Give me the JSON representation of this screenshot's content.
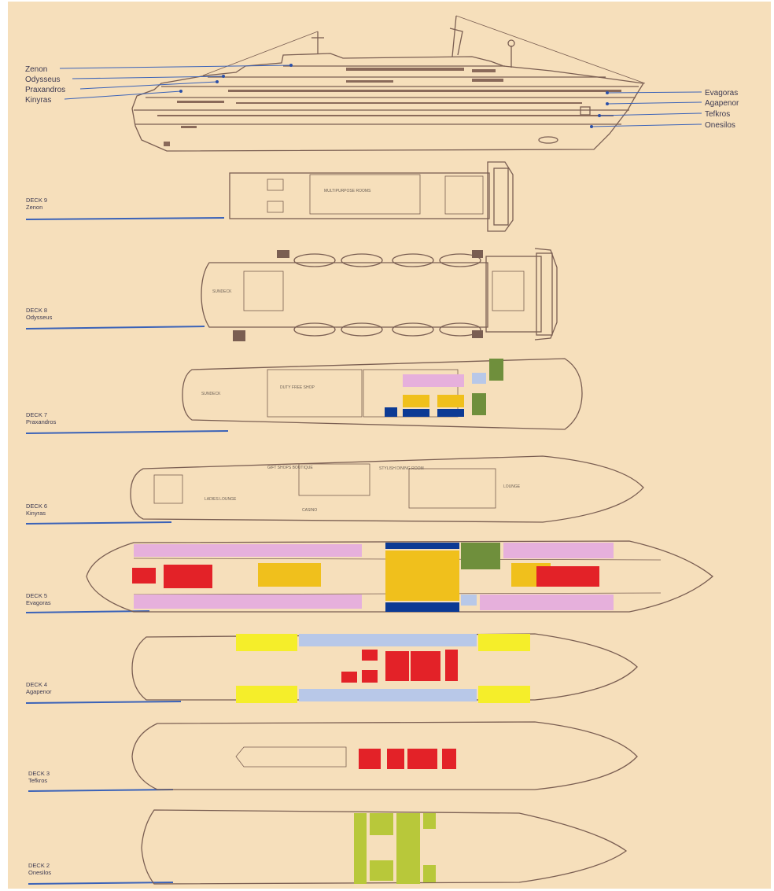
{
  "colors": {
    "paper": "#f6dfbb",
    "hull_line": "#7a5e52",
    "blue_line": "#3a62b8",
    "pink": "#e6b0dc",
    "yellow": "#f0c01c",
    "red": "#e32228",
    "navy": "#0c3a94",
    "green": "#6f8f3c",
    "lightblue": "#b8c8e8",
    "bright_yellow": "#f5ee2a",
    "lime": "#b8c83a"
  },
  "profile": {
    "left_labels": [
      "Zenon",
      "Odysseus",
      "Praxandros",
      "Kinyras"
    ],
    "right_labels": [
      "Evagoras",
      "Agapenor",
      "Tefkros",
      "Onesilos"
    ]
  },
  "decks": [
    {
      "deck": "DECK 9",
      "name": "Zenon"
    },
    {
      "deck": "DECK 8",
      "name": "Odysseus"
    },
    {
      "deck": "DECK 7",
      "name": "Praxandros"
    },
    {
      "deck": "DECK 6",
      "name": "Kinyras"
    },
    {
      "deck": "DECK 5",
      "name": "Evagoras"
    },
    {
      "deck": "DECK 4",
      "name": "Agapenor"
    },
    {
      "deck": "DECK 3",
      "name": "Tefkros"
    },
    {
      "deck": "DECK 2",
      "name": "Onesilos"
    }
  ],
  "rooms": {
    "multipurpose": "MULTIPURPOSE ROOMS",
    "sundeck_8": "SUNDECK",
    "sundeck_7": "SUNDECK",
    "duty_free": "DUTY FREE SHOP",
    "gift_shop": "GIFT SHOPS BOUTIQUE",
    "dining": "STYLISH DINING ROOM",
    "ladies_lounge": "LADIES LOUNGE",
    "casino": "CASINO",
    "lounge": "LOUNGE"
  }
}
